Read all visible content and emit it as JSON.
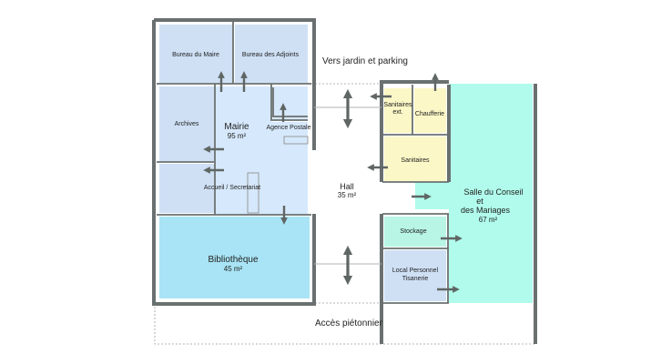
{
  "colors": {
    "office": "#cfe0f5",
    "mairie": "#d6e8fb",
    "bibliotheque": "#a8e4f5",
    "salle": "#b0fbec",
    "sanitaires": "#fbf7c6",
    "stockage": "#b8f5e4",
    "local": "#cfe0f5",
    "wall": "#6a7070",
    "arrow": "#5f6664"
  },
  "rooms": {
    "bureau_maire": {
      "label": "Bureau du Maire"
    },
    "bureau_adjoints": {
      "label": "Bureau des Adjoints"
    },
    "archives": {
      "label": "Archives"
    },
    "mairie": {
      "label": "Mairie",
      "area": "95 m²"
    },
    "agence_postale": {
      "label": "Agence Postale"
    },
    "accueil": {
      "label": "Accueil / Secretariat"
    },
    "bibliotheque": {
      "label": "Bibliothèque",
      "area": "45 m²"
    },
    "hall": {
      "label": "Hall",
      "area": "35 m²"
    },
    "sanitaires_ext": {
      "label_line1": "Sanitaires",
      "label_line2": "ext."
    },
    "chaufferie": {
      "label": "Chaufferie"
    },
    "sanitaires": {
      "label": "Sanitaires"
    },
    "salle_conseil": {
      "label_line1": "Salle du Conseil",
      "label_line2": "et",
      "label_line3": "des Mariages",
      "area": "67 m²"
    },
    "stockage": {
      "label": "Stockage"
    },
    "local_personnel": {
      "label_line1": "Local Personnel",
      "label_line2": "Tisanerie"
    }
  },
  "outside": {
    "jardin": "Vers jardin et parking",
    "pieton": "Accès piétonnier"
  },
  "icons": [
    "door-arrow-icon",
    "entrance-arrow-icon"
  ]
}
